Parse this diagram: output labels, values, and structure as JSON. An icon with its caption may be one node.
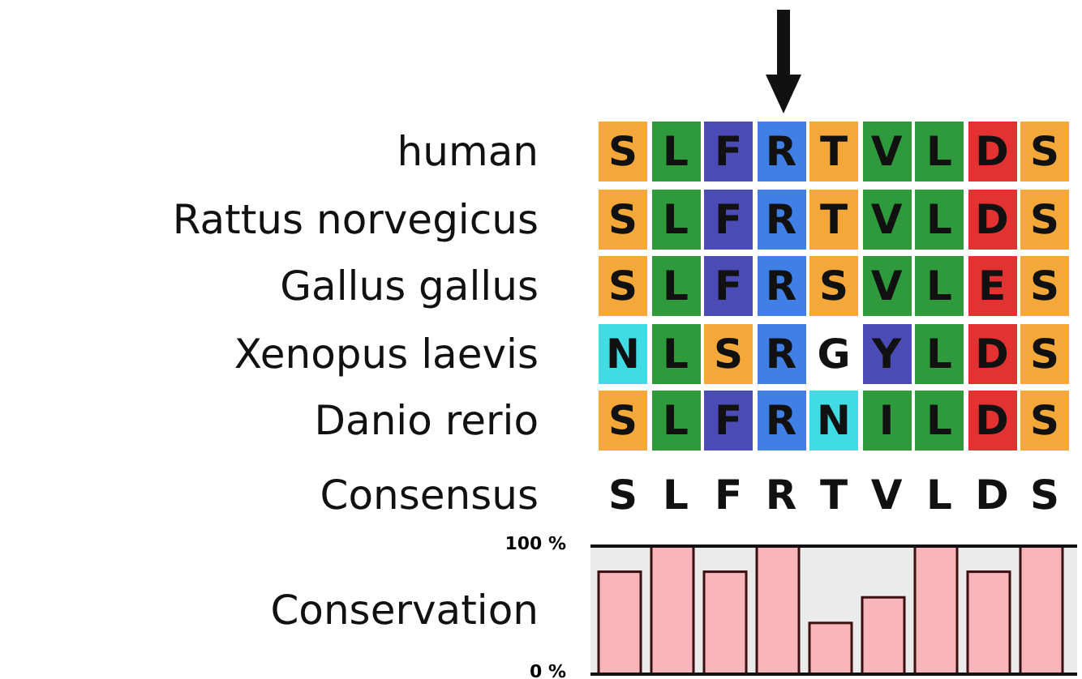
{
  "diagram": {
    "labels": [
      "human",
      "S",
      "L",
      "F",
      "R",
      "T",
      "V",
      "L",
      "D",
      "S",
      "Rattus norvegicus",
      "S",
      "L",
      "F",
      "R",
      "T",
      "V",
      "L",
      "D",
      "S",
      "Gallus gallus",
      "S",
      "L",
      "F",
      "R",
      "S",
      "V",
      "L",
      "E",
      "S",
      "Xenopus laevis",
      "N",
      "L",
      "S",
      "R",
      "G",
      "Y",
      "L",
      "D",
      "S",
      "Danio rerio",
      "S",
      "L",
      "F",
      "R",
      "N",
      "I",
      "L",
      "D",
      "S",
      "Consensus",
      "S",
      "L",
      "F",
      "R",
      "T",
      "V",
      "L",
      "D",
      "S"
    ],
    "chart_data": {
      "type": "bar",
      "ylabel": "Conservation",
      "values": [
        80,
        100,
        80,
        100,
        40,
        60,
        100,
        80,
        100
      ],
      "ylim": [
        0,
        100
      ],
      "yticks": [
        {
          "value": 0,
          "label": "0 %"
        },
        {
          "value": 100,
          "label": "100 %"
        }
      ]
    }
  }
}
